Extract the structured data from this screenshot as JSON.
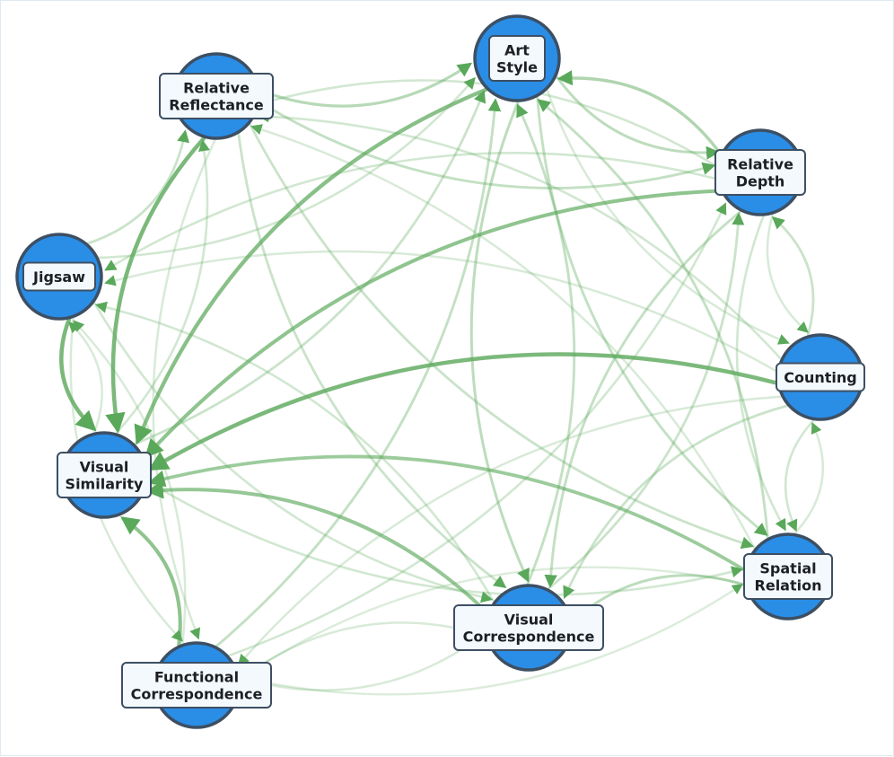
{
  "nodes": [
    {
      "id": "art-style",
      "lines": [
        "Art",
        "Style"
      ]
    },
    {
      "id": "relative-reflectance",
      "lines": [
        "Relative",
        "Reflectance"
      ]
    },
    {
      "id": "relative-depth",
      "lines": [
        "Relative",
        "Depth"
      ]
    },
    {
      "id": "jigsaw",
      "lines": [
        "Jigsaw"
      ]
    },
    {
      "id": "counting",
      "lines": [
        "Counting"
      ]
    },
    {
      "id": "visual-similarity",
      "lines": [
        "Visual",
        "Similarity"
      ]
    },
    {
      "id": "spatial-relation",
      "lines": [
        "Spatial",
        "Relation"
      ]
    },
    {
      "id": "visual-correspondence",
      "lines": [
        "Visual",
        "Correspondence"
      ]
    },
    {
      "id": "functional-correspondence",
      "lines": [
        "Functional",
        "Correspondence"
      ]
    }
  ],
  "edges": [
    {
      "from": "relative-reflectance",
      "to": "visual-similarity",
      "strength": 0.85
    },
    {
      "from": "jigsaw",
      "to": "visual-similarity",
      "strength": 0.85
    },
    {
      "from": "art-style",
      "to": "visual-similarity",
      "strength": 0.75
    },
    {
      "from": "relative-depth",
      "to": "visual-similarity",
      "strength": 0.7
    },
    {
      "from": "counting",
      "to": "visual-similarity",
      "strength": 0.85
    },
    {
      "from": "spatial-relation",
      "to": "visual-similarity",
      "strength": 0.6
    },
    {
      "from": "visual-correspondence",
      "to": "visual-similarity",
      "strength": 0.65
    },
    {
      "from": "functional-correspondence",
      "to": "visual-similarity",
      "strength": 0.7
    },
    {
      "from": "relative-reflectance",
      "to": "art-style",
      "strength": 0.4
    },
    {
      "from": "relative-depth",
      "to": "art-style",
      "strength": 0.45
    },
    {
      "from": "art-style",
      "to": "relative-depth",
      "strength": 0.35
    },
    {
      "from": "jigsaw",
      "to": "relative-reflectance",
      "strength": 0.25
    },
    {
      "from": "counting",
      "to": "relative-depth",
      "strength": 0.25
    },
    {
      "from": "art-style",
      "to": "visual-correspondence",
      "strength": 0.35
    },
    {
      "from": "visual-correspondence",
      "to": "art-style",
      "strength": 0.3
    },
    {
      "from": "relative-depth",
      "to": "visual-correspondence",
      "strength": 0.3
    },
    {
      "from": "spatial-relation",
      "to": "visual-correspondence",
      "strength": 0.35
    },
    {
      "from": "counting",
      "to": "visual-correspondence",
      "strength": 0.25
    },
    {
      "from": "relative-reflectance",
      "to": "visual-correspondence",
      "strength": 0.25
    },
    {
      "from": "jigsaw",
      "to": "visual-correspondence",
      "strength": 0.2
    },
    {
      "from": "relative-reflectance",
      "to": "spatial-relation",
      "strength": 0.25
    },
    {
      "from": "art-style",
      "to": "spatial-relation",
      "strength": 0.3
    },
    {
      "from": "spatial-relation",
      "to": "art-style",
      "strength": 0.3
    },
    {
      "from": "counting",
      "to": "spatial-relation",
      "strength": 0.2
    },
    {
      "from": "relative-depth",
      "to": "spatial-relation",
      "strength": 0.2
    },
    {
      "from": "functional-correspondence",
      "to": "art-style",
      "strength": 0.3
    },
    {
      "from": "functional-correspondence",
      "to": "relative-depth",
      "strength": 0.2
    },
    {
      "from": "functional-correspondence",
      "to": "jigsaw",
      "strength": 0.15
    },
    {
      "from": "visual-correspondence",
      "to": "relative-depth",
      "strength": 0.25
    },
    {
      "from": "visual-correspondence",
      "to": "jigsaw",
      "strength": 0.2
    },
    {
      "from": "visual-similarity",
      "to": "relative-reflectance",
      "strength": 0.2
    },
    {
      "from": "visual-similarity",
      "to": "art-style",
      "strength": 0.25
    },
    {
      "from": "visual-similarity",
      "to": "spatial-relation",
      "strength": 0.2
    },
    {
      "from": "jigsaw",
      "to": "art-style",
      "strength": 0.2
    },
    {
      "from": "counting",
      "to": "jigsaw",
      "strength": 0.15
    },
    {
      "from": "counting",
      "to": "relative-reflectance",
      "strength": 0.2
    },
    {
      "from": "relative-depth",
      "to": "jigsaw",
      "strength": 0.2
    },
    {
      "from": "relative-reflectance",
      "to": "relative-depth",
      "strength": 0.3
    },
    {
      "from": "relative-depth",
      "to": "relative-reflectance",
      "strength": 0.2
    },
    {
      "from": "spatial-relation",
      "to": "relative-reflectance",
      "strength": 0.15
    },
    {
      "from": "visual-correspondence",
      "to": "functional-correspondence",
      "strength": 0.15
    },
    {
      "from": "jigsaw",
      "to": "functional-correspondence",
      "strength": 0.15
    },
    {
      "from": "relative-reflectance",
      "to": "functional-correspondence",
      "strength": 0.15
    },
    {
      "from": "counting",
      "to": "functional-correspondence",
      "strength": 0.15
    },
    {
      "from": "spatial-relation",
      "to": "counting",
      "strength": 0.15
    },
    {
      "from": "relative-depth",
      "to": "counting",
      "strength": 0.15
    },
    {
      "from": "art-style",
      "to": "counting",
      "strength": 0.15
    },
    {
      "from": "spatial-relation",
      "to": "functional-correspondence",
      "strength": 0.12
    },
    {
      "from": "visual-similarity",
      "to": "jigsaw",
      "strength": 0.15
    },
    {
      "from": "functional-correspondence",
      "to": "visual-correspondence",
      "strength": 0.15
    },
    {
      "from": "functional-correspondence",
      "to": "spatial-relation",
      "strength": 0.12
    }
  ],
  "colors": {
    "node_fill": "#2a8de6",
    "node_outline": "#3d4f63",
    "label_fill": "#f4f9fd",
    "edge": "#5aa85a"
  }
}
